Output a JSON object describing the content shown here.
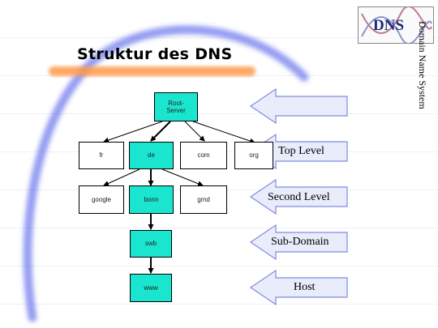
{
  "title": "Struktur des DNS",
  "logo": {
    "text": "DNS",
    "subtitle": "Domain Name System"
  },
  "nodes": {
    "root": "Root-\nServer",
    "fr": "fr",
    "de": "de",
    "com": "com",
    "org": "org",
    "google": "google",
    "bonn": "bonn",
    "gmd": "gmd",
    "swb": "swb",
    "www": "www"
  },
  "levels": {
    "root": "",
    "top": "Top Level",
    "second": "Second Level",
    "sub": "Sub-Domain",
    "host": "Host"
  },
  "colors": {
    "highlight": "#1ae6cf",
    "arrow_fill": "#e8ecfb",
    "arrow_stroke": "#7f8be0",
    "swoosh_blue": "#4050e8",
    "swoosh_orange": "#ff9848"
  }
}
